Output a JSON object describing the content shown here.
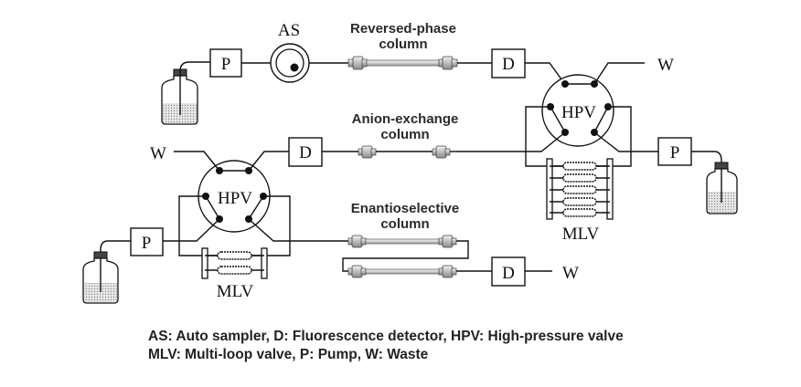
{
  "labels": {
    "autosampler": "AS",
    "pump": "P",
    "detector": "D",
    "waste": "W",
    "hpv": "HPV",
    "mlv": "MLV"
  },
  "columns": {
    "reversed_phase": [
      "Reversed-phase",
      "column"
    ],
    "anion_exchange": [
      "Anion-exchange",
      "column"
    ],
    "enantioselective": [
      "Enantioselective",
      "column"
    ]
  },
  "legend": {
    "line1": "AS: Auto sampler, D: Fluorescence detector, HPV: High-pressure valve",
    "line2": "MLV: Multi-loop valve, P: Pump, W: Waste"
  },
  "colors": {
    "stroke": "#111111",
    "column_fill": "#d9d9d9",
    "text_bold": "#2a2a2a"
  }
}
